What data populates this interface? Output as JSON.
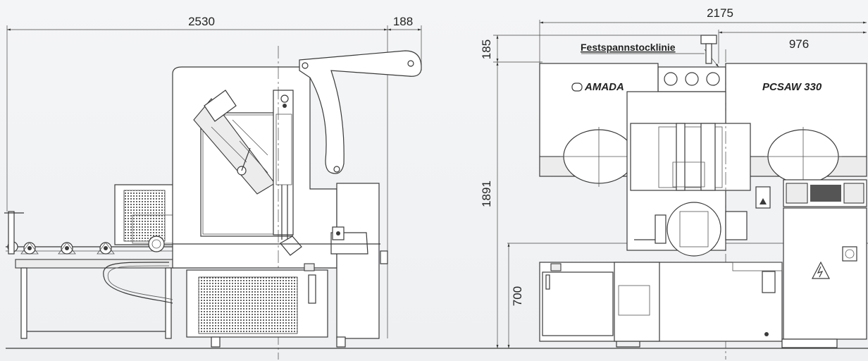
{
  "drawing": {
    "dimensions": {
      "side_total_length": "2530",
      "side_overhang": "188",
      "front_total_width": "2175",
      "front_right_width": "976",
      "top_extension": "185",
      "total_height": "1891",
      "table_height": "700"
    },
    "labels": {
      "reference_line": "Festspannstocklinie",
      "brand_left": "AMADA",
      "brand_right": "PCSAW 330"
    },
    "colors": {
      "background": "#eef0f2",
      "line": "#3a3a3a"
    }
  }
}
